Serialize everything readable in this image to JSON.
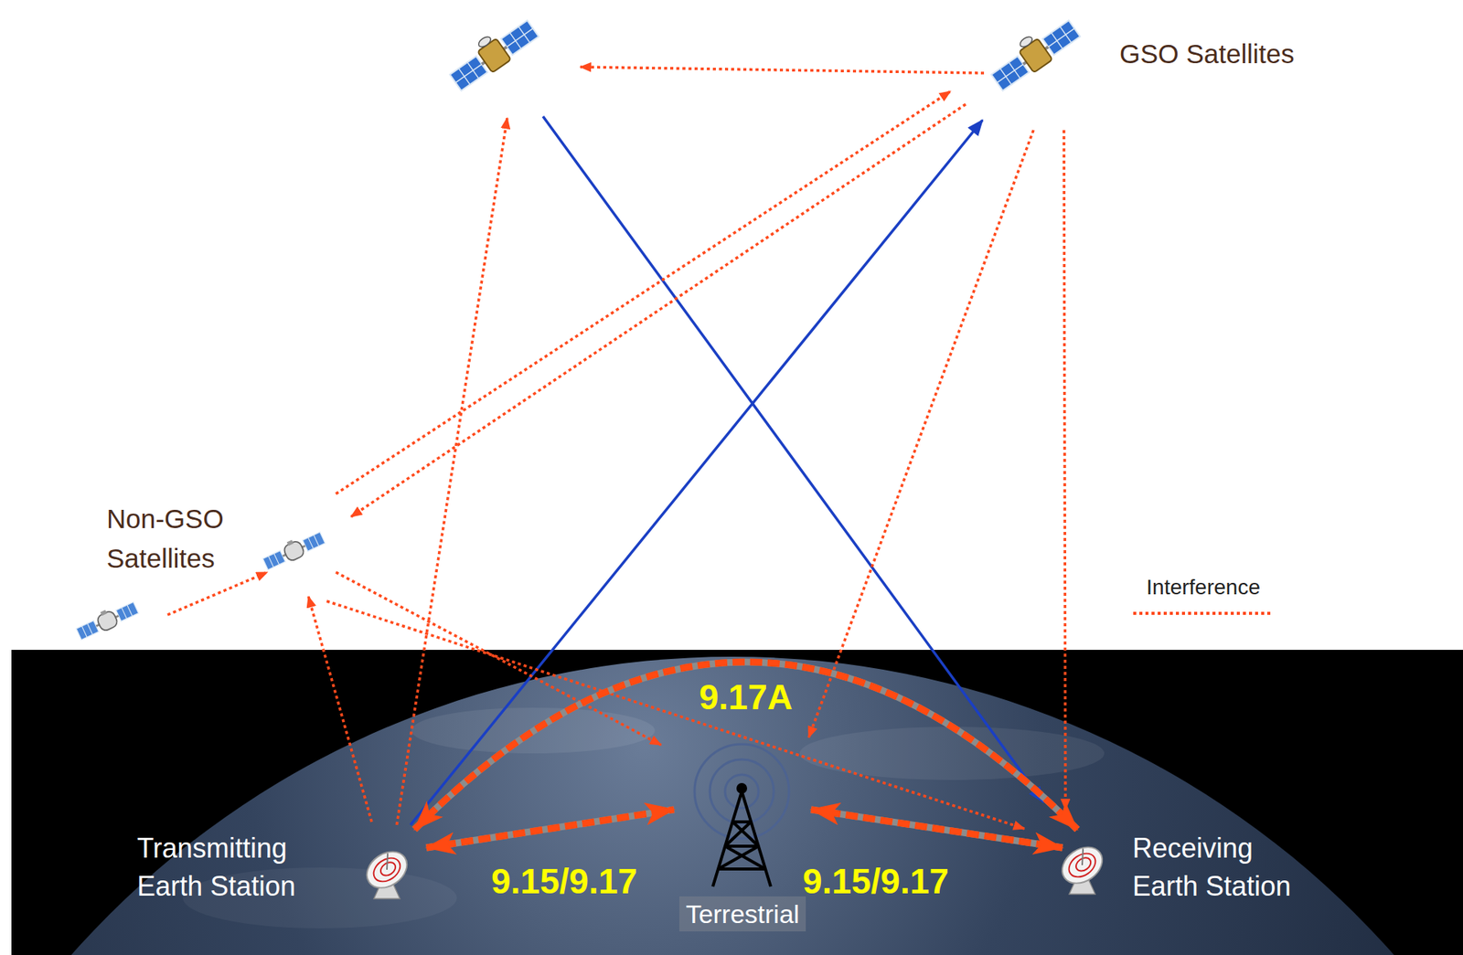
{
  "diagram": {
    "nodes": [
      {
        "text": [
          "GSO Satellites"
        ]
      },
      {
        "text": [
          "Non-GSO Satellites"
        ]
      },
      {
        "text": [
          "Transmitting Earth Station"
        ]
      },
      {
        "text": [
          "Terrestrial"
        ]
      },
      {
        "text": [
          "Receiving Earth Station"
        ]
      }
    ],
    "edges": [
      {
        "from": 2,
        "to": 4,
        "arrow": "both",
        "label": "9.17A"
      },
      {
        "from": 2,
        "to": 3,
        "arrow": "both",
        "label": "9.15/9.17"
      },
      {
        "from": 3,
        "to": 4,
        "arrow": "both",
        "label": "9.15/9.17"
      }
    ],
    "legend": [
      {
        "text": "Interference"
      }
    ]
  }
}
